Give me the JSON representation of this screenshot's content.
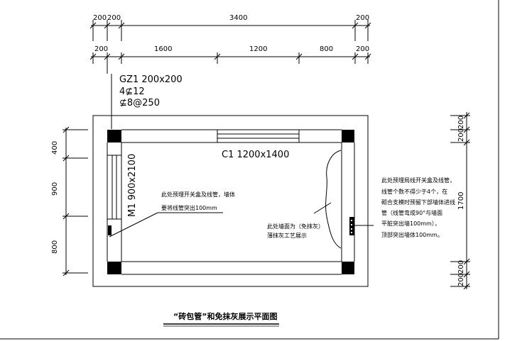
{
  "dims_top_row1": [
    "200",
    "200",
    "3400",
    "200"
  ],
  "dims_top_row2": [
    "200",
    "1600",
    "1200",
    "800",
    "200"
  ],
  "dims_left": [
    "400",
    "900",
    "800"
  ],
  "dims_right": [
    "200",
    "200",
    "1700",
    "200",
    "200"
  ],
  "column": {
    "line1": "GZ1  200x200",
    "line2": "4⊈12",
    "line3": "⊈8@250"
  },
  "window_label": "C1  1200x1400",
  "door_label": "M1  900x2100",
  "note_left": {
    "line1": "此处预埋开关盒及线管，墙体",
    "line2": "要将线管突出100mm"
  },
  "note_center": {
    "line1": "此处墙面为（免抹灰）",
    "line2": "薄抹灰工艺展示"
  },
  "note_right": {
    "line1": "此处预埋局线开关盒及线管，",
    "line2": "线管个数不得少于4个，在",
    "line3": "砌合支模时预留下部墙体进线",
    "line4": "管（线管弯成90°与墙面",
    "line5": "平脏突出墙100mm），",
    "line6": "顶部突出墙体100mm。"
  },
  "title": "“砖包管”和免抹灰展示平面图"
}
